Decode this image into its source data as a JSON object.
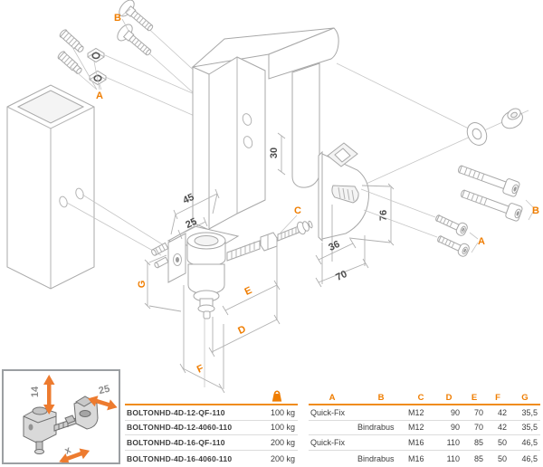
{
  "colors": {
    "accent": "#ef7d00",
    "arrow": "#ed7b2f"
  },
  "diagram": {
    "part_labels": {
      "b_top": "B",
      "a_top": "A",
      "c": "C",
      "a_right": "A",
      "b_right": "B",
      "g": "G",
      "e": "E",
      "d": "D",
      "f": "F"
    },
    "dimensions": {
      "d30": "30",
      "d45": "45",
      "d25": "25",
      "d76": "76",
      "d36": "36",
      "d70": "70"
    }
  },
  "inset": {
    "dim_height": "14",
    "dim_width": "25",
    "dim_var": "x"
  },
  "table": {
    "headers": {
      "a": "A",
      "b": "B",
      "c": "C",
      "d": "D",
      "e": "E",
      "f": "F",
      "g": "G"
    },
    "rows": [
      {
        "code": "BOLTONHD-4D-12-QF-110",
        "weight": "100 kg",
        "a": "Quick-Fix",
        "b": "",
        "c": "M12",
        "d": "90",
        "e": "70",
        "f": "42",
        "g": "35,5"
      },
      {
        "code": "BOLTONHD-4D-12-4060-110",
        "weight": "100 kg",
        "a": "",
        "b": "Bindrabus",
        "c": "M12",
        "d": "90",
        "e": "70",
        "f": "42",
        "g": "35,5"
      },
      {
        "code": "BOLTONHD-4D-16-QF-110",
        "weight": "200 kg",
        "a": "Quick-Fix",
        "b": "",
        "c": "M16",
        "d": "110",
        "e": "85",
        "f": "50",
        "g": "46,5"
      },
      {
        "code": "BOLTONHD-4D-16-4060-110",
        "weight": "200 kg",
        "a": "",
        "b": "Bindrabus",
        "c": "M16",
        "d": "110",
        "e": "85",
        "f": "50",
        "g": "46,5"
      }
    ]
  }
}
